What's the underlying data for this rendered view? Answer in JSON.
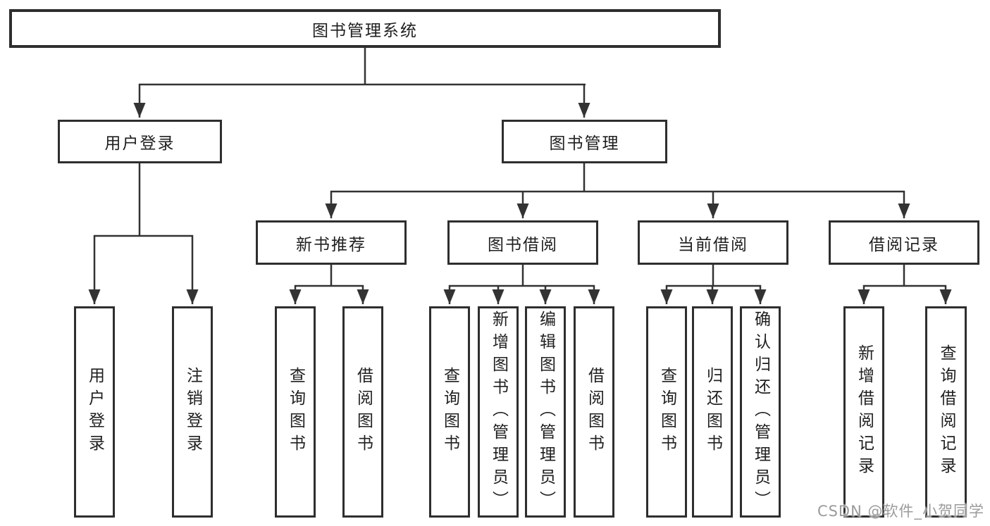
{
  "colors": {
    "line": "#333333",
    "border": "#2e2e2e",
    "text": "#1f1f1f",
    "background": "#ffffff",
    "watermark": "#9b9b9b"
  },
  "watermark": {
    "text": "CSDN @软件_小贺同学"
  },
  "tree": {
    "root": {
      "label": "图书管理系统"
    },
    "level1": [
      {
        "label": "用户登录"
      },
      {
        "label": "图书管理"
      }
    ],
    "level2": [
      {
        "label": "新书推荐",
        "parent": "图书管理"
      },
      {
        "label": "图书借阅",
        "parent": "图书管理"
      },
      {
        "label": "当前借阅",
        "parent": "图书管理"
      },
      {
        "label": "借阅记录",
        "parent": "图书管理"
      }
    ],
    "leaves": [
      {
        "label": "用户登录",
        "parent": "用户登录"
      },
      {
        "label": "注销登录",
        "parent": "用户登录"
      },
      {
        "label": "查询图书",
        "parent": "新书推荐"
      },
      {
        "label": "借阅图书",
        "parent": "新书推荐"
      },
      {
        "label": "查询图书",
        "parent": "图书借阅"
      },
      {
        "label": "新增图书（管理员）",
        "parent": "图书借阅"
      },
      {
        "label": "编辑图书（管理员）",
        "parent": "图书借阅"
      },
      {
        "label": "借阅图书",
        "parent": "图书借阅"
      },
      {
        "label": "查询图书",
        "parent": "当前借阅"
      },
      {
        "label": "归还图书",
        "parent": "当前借阅"
      },
      {
        "label": "确认归还（管理员）",
        "parent": "当前借阅"
      },
      {
        "label": "新增借阅记录",
        "parent": "借阅记录"
      },
      {
        "label": "查询借阅记录",
        "parent": "借阅记录"
      }
    ]
  }
}
